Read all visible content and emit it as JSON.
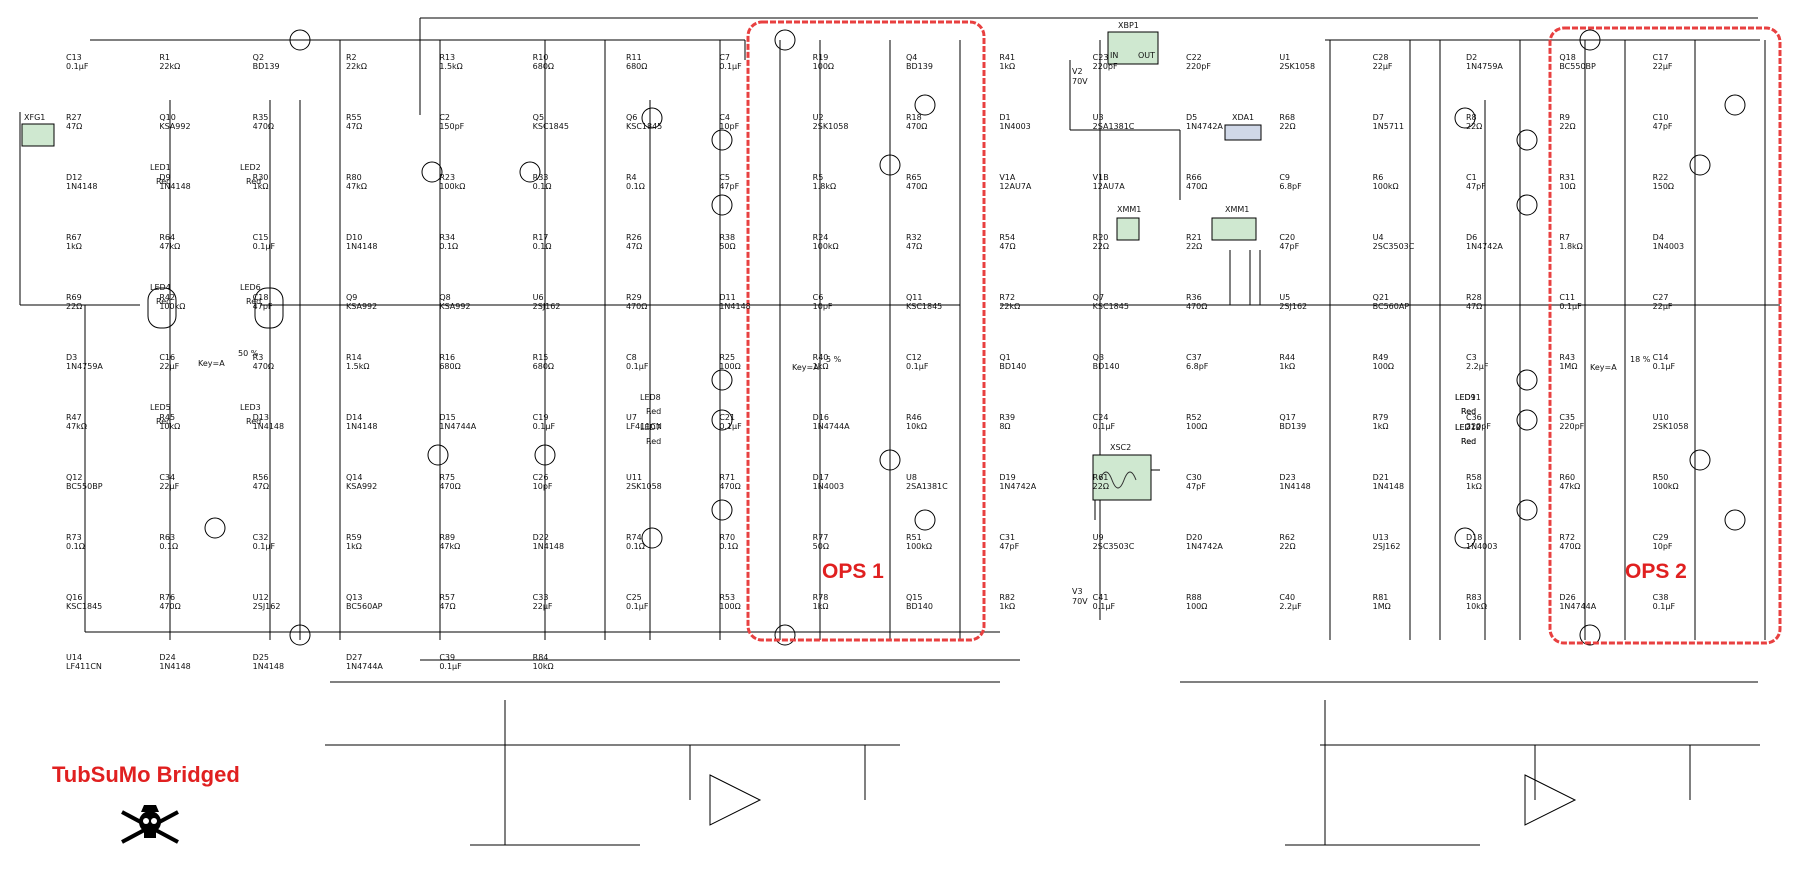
{
  "title": "TubSuMo Bridged",
  "ops_labels": [
    "OPS 1",
    "OPS 2"
  ],
  "colors": {
    "wire": "#000000",
    "highlight": "#e84040",
    "title": "#e02020"
  },
  "instruments": [
    "XFG1",
    "XBP1",
    "XDA1",
    "XMM1",
    "XMM1",
    "XSC2"
  ],
  "instrument_port_labels": {
    "xbp_in": "IN",
    "xbp_out": "OUT"
  },
  "supplies": [
    {
      "name": "V2",
      "value": "70V"
    },
    {
      "name": "V3",
      "value": "70V"
    }
  ],
  "components": [
    {
      "ref": "C13",
      "value": "0.1µF"
    },
    {
      "ref": "R1",
      "value": "22kΩ"
    },
    {
      "ref": "Q2",
      "value": "BD139"
    },
    {
      "ref": "R2",
      "value": "22kΩ"
    },
    {
      "ref": "R13",
      "value": "1.5kΩ"
    },
    {
      "ref": "R10",
      "value": "680Ω"
    },
    {
      "ref": "R11",
      "value": "680Ω"
    },
    {
      "ref": "C7",
      "value": "0.1µF"
    },
    {
      "ref": "R19",
      "value": "100Ω"
    },
    {
      "ref": "Q4",
      "value": "BD139"
    },
    {
      "ref": "R41",
      "value": "1kΩ"
    },
    {
      "ref": "C23",
      "value": "220pF"
    },
    {
      "ref": "C22",
      "value": "220pF"
    },
    {
      "ref": "U1",
      "value": "2SK1058"
    },
    {
      "ref": "C28",
      "value": "22µF"
    },
    {
      "ref": "D2",
      "value": "1N4759A"
    },
    {
      "ref": "Q18",
      "value": "BC550BP"
    },
    {
      "ref": "C17",
      "value": "22µF"
    },
    {
      "ref": "R27",
      "value": "47Ω"
    },
    {
      "ref": "Q10",
      "value": "KSA992"
    },
    {
      "ref": "R35",
      "value": "470Ω"
    },
    {
      "ref": "R55",
      "value": "47Ω"
    },
    {
      "ref": "C2",
      "value": "150pF"
    },
    {
      "ref": "Q5",
      "value": "KSC1845"
    },
    {
      "ref": "Q6",
      "value": "KSC1845"
    },
    {
      "ref": "C4",
      "value": "10pF"
    },
    {
      "ref": "U2",
      "value": "2SK1058"
    },
    {
      "ref": "R18",
      "value": "470Ω"
    },
    {
      "ref": "D1",
      "value": "1N4003"
    },
    {
      "ref": "U3",
      "value": "2SA1381C"
    },
    {
      "ref": "D5",
      "value": "1N4742A"
    },
    {
      "ref": "R68",
      "value": "22Ω"
    },
    {
      "ref": "D7",
      "value": "1N5711"
    },
    {
      "ref": "R8",
      "value": "22Ω"
    },
    {
      "ref": "R9",
      "value": "22Ω"
    },
    {
      "ref": "C10",
      "value": "47pF"
    },
    {
      "ref": "D12",
      "value": "1N4148"
    },
    {
      "ref": "D9",
      "value": "1N4148"
    },
    {
      "ref": "R30",
      "value": "1kΩ"
    },
    {
      "ref": "R80",
      "value": "47kΩ"
    },
    {
      "ref": "R23",
      "value": "100kΩ"
    },
    {
      "ref": "R33",
      "value": "0.1Ω"
    },
    {
      "ref": "R4",
      "value": "0.1Ω"
    },
    {
      "ref": "C5",
      "value": "47pF"
    },
    {
      "ref": "R5",
      "value": "1.8kΩ"
    },
    {
      "ref": "R65",
      "value": "470Ω"
    },
    {
      "ref": "V1A",
      "value": "12AU7A"
    },
    {
      "ref": "V1B",
      "value": "12AU7A"
    },
    {
      "ref": "R66",
      "value": "470Ω"
    },
    {
      "ref": "C9",
      "value": "6.8pF"
    },
    {
      "ref": "R6",
      "value": "100kΩ"
    },
    {
      "ref": "C1",
      "value": "47pF"
    },
    {
      "ref": "R31",
      "value": "10Ω"
    },
    {
      "ref": "R22",
      "value": "150Ω"
    },
    {
      "ref": "R67",
      "value": "1kΩ"
    },
    {
      "ref": "R64",
      "value": "47kΩ"
    },
    {
      "ref": "C15",
      "value": "0.1µF"
    },
    {
      "ref": "D10",
      "value": "1N4148"
    },
    {
      "ref": "R34",
      "value": "0.1Ω"
    },
    {
      "ref": "R17",
      "value": "0.1Ω"
    },
    {
      "ref": "R26",
      "value": "47Ω"
    },
    {
      "ref": "R38",
      "value": "50Ω"
    },
    {
      "ref": "R24",
      "value": "100kΩ"
    },
    {
      "ref": "R32",
      "value": "47Ω"
    },
    {
      "ref": "R54",
      "value": "47Ω"
    },
    {
      "ref": "R20",
      "value": "22Ω"
    },
    {
      "ref": "R21",
      "value": "22Ω"
    },
    {
      "ref": "C20",
      "value": "47pF"
    },
    {
      "ref": "U4",
      "value": "2SC3503C"
    },
    {
      "ref": "D6",
      "value": "1N4742A"
    },
    {
      "ref": "R7",
      "value": "1.8kΩ"
    },
    {
      "ref": "D4",
      "value": "1N4003"
    },
    {
      "ref": "R69",
      "value": "22Ω"
    },
    {
      "ref": "R42",
      "value": "100kΩ"
    },
    {
      "ref": "C18",
      "value": "47pF"
    },
    {
      "ref": "Q9",
      "value": "KSA992"
    },
    {
      "ref": "Q8",
      "value": "KSA992"
    },
    {
      "ref": "U6",
      "value": "2SJ162"
    },
    {
      "ref": "R29",
      "value": "470Ω"
    },
    {
      "ref": "D11",
      "value": "1N4148"
    },
    {
      "ref": "C6",
      "value": "10pF"
    },
    {
      "ref": "Q11",
      "value": "KSC1845"
    },
    {
      "ref": "R72",
      "value": "22kΩ"
    },
    {
      "ref": "Q7",
      "value": "KSC1845"
    },
    {
      "ref": "R36",
      "value": "470Ω"
    },
    {
      "ref": "U5",
      "value": "2SJ162"
    },
    {
      "ref": "Q21",
      "value": "BC560AP"
    },
    {
      "ref": "R28",
      "value": "47Ω"
    },
    {
      "ref": "C11",
      "value": "0.1µF"
    },
    {
      "ref": "C27",
      "value": "22µF"
    },
    {
      "ref": "D3",
      "value": "1N4759A"
    },
    {
      "ref": "C16",
      "value": "22µF"
    },
    {
      "ref": "R3",
      "value": "470Ω"
    },
    {
      "ref": "R14",
      "value": "1.5kΩ"
    },
    {
      "ref": "R16",
      "value": "680Ω"
    },
    {
      "ref": "R15",
      "value": "680Ω"
    },
    {
      "ref": "C8",
      "value": "0.1µF"
    },
    {
      "ref": "R25",
      "value": "100Ω"
    },
    {
      "ref": "R40",
      "value": "1kΩ"
    },
    {
      "ref": "C12",
      "value": "0.1µF"
    },
    {
      "ref": "Q1",
      "value": "BD140"
    },
    {
      "ref": "Q3",
      "value": "BD140"
    },
    {
      "ref": "C37",
      "value": "6.8pF"
    },
    {
      "ref": "R44",
      "value": "1kΩ"
    },
    {
      "ref": "R49",
      "value": "100Ω"
    },
    {
      "ref": "C3",
      "value": "2.2µF"
    },
    {
      "ref": "R43",
      "value": "1MΩ"
    },
    {
      "ref": "C14",
      "value": "0.1µF"
    },
    {
      "ref": "R47",
      "value": "47kΩ"
    },
    {
      "ref": "R45",
      "value": "10kΩ"
    },
    {
      "ref": "D13",
      "value": "1N4148"
    },
    {
      "ref": "D14",
      "value": "1N4148"
    },
    {
      "ref": "D15",
      "value": "1N4744A"
    },
    {
      "ref": "C19",
      "value": "0.1µF"
    },
    {
      "ref": "U7",
      "value": "LF411CN"
    },
    {
      "ref": "C21",
      "value": "0.1µF"
    },
    {
      "ref": "D16",
      "value": "1N4744A"
    },
    {
      "ref": "R46",
      "value": "10kΩ"
    },
    {
      "ref": "R39",
      "value": "8Ω"
    },
    {
      "ref": "C24",
      "value": "0.1µF"
    },
    {
      "ref": "R52",
      "value": "100Ω"
    },
    {
      "ref": "Q17",
      "value": "BD139"
    },
    {
      "ref": "R79",
      "value": "1kΩ"
    },
    {
      "ref": "C36",
      "value": "220pF"
    },
    {
      "ref": "C35",
      "value": "220pF"
    },
    {
      "ref": "U10",
      "value": "2SK1058"
    },
    {
      "ref": "Q12",
      "value": "BC550BP"
    },
    {
      "ref": "C34",
      "value": "22µF"
    },
    {
      "ref": "R56",
      "value": "47Ω"
    },
    {
      "ref": "Q14",
      "value": "KSA992"
    },
    {
      "ref": "R75",
      "value": "470Ω"
    },
    {
      "ref": "C26",
      "value": "10pF"
    },
    {
      "ref": "U11",
      "value": "2SK1058"
    },
    {
      "ref": "R71",
      "value": "470Ω"
    },
    {
      "ref": "D17",
      "value": "1N4003"
    },
    {
      "ref": "U8",
      "value": "2SA1381C"
    },
    {
      "ref": "D19",
      "value": "1N4742A"
    },
    {
      "ref": "R61",
      "value": "22Ω"
    },
    {
      "ref": "C30",
      "value": "47pF"
    },
    {
      "ref": "D23",
      "value": "1N4148"
    },
    {
      "ref": "D21",
      "value": "1N4148"
    },
    {
      "ref": "R58",
      "value": "1kΩ"
    },
    {
      "ref": "R60",
      "value": "47kΩ"
    },
    {
      "ref": "R50",
      "value": "100kΩ"
    },
    {
      "ref": "R73",
      "value": "0.1Ω"
    },
    {
      "ref": "R63",
      "value": "0.1Ω"
    },
    {
      "ref": "C32",
      "value": "0.1µF"
    },
    {
      "ref": "R59",
      "value": "1kΩ"
    },
    {
      "ref": "R89",
      "value": "47kΩ"
    },
    {
      "ref": "D22",
      "value": "1N4148"
    },
    {
      "ref": "R74",
      "value": "0.1Ω"
    },
    {
      "ref": "R70",
      "value": "0.1Ω"
    },
    {
      "ref": "R77",
      "value": "50Ω"
    },
    {
      "ref": "R51",
      "value": "100kΩ"
    },
    {
      "ref": "C31",
      "value": "47pF"
    },
    {
      "ref": "U9",
      "value": "2SC3503C"
    },
    {
      "ref": "D20",
      "value": "1N4742A"
    },
    {
      "ref": "R62",
      "value": "22Ω"
    },
    {
      "ref": "U13",
      "value": "2SJ162"
    },
    {
      "ref": "D18",
      "value": "1N4003"
    },
    {
      "ref": "R72",
      "value": "470Ω"
    },
    {
      "ref": "C29",
      "value": "10pF"
    },
    {
      "ref": "Q16",
      "value": "KSC1845"
    },
    {
      "ref": "R76",
      "value": "470Ω"
    },
    {
      "ref": "U12",
      "value": "2SJ162"
    },
    {
      "ref": "Q13",
      "value": "BC560AP"
    },
    {
      "ref": "R57",
      "value": "47Ω"
    },
    {
      "ref": "C33",
      "value": "22µF"
    },
    {
      "ref": "C25",
      "value": "0.1µF"
    },
    {
      "ref": "R53",
      "value": "100Ω"
    },
    {
      "ref": "R78",
      "value": "1kΩ"
    },
    {
      "ref": "Q15",
      "value": "BD140"
    },
    {
      "ref": "R82",
      "value": "1kΩ"
    },
    {
      "ref": "C41",
      "value": "0.1µF"
    },
    {
      "ref": "R88",
      "value": "100Ω"
    },
    {
      "ref": "C40",
      "value": "2.2µF"
    },
    {
      "ref": "R81",
      "value": "1MΩ"
    },
    {
      "ref": "R83",
      "value": "10kΩ"
    },
    {
      "ref": "D26",
      "value": "1N4744A"
    },
    {
      "ref": "C38",
      "value": "0.1µF"
    },
    {
      "ref": "U14",
      "value": "LF411CN"
    },
    {
      "ref": "D24",
      "value": "1N4148"
    },
    {
      "ref": "D25",
      "value": "1N4148"
    },
    {
      "ref": "D27",
      "value": "1N4744A"
    },
    {
      "ref": "C39",
      "value": "0.1µF"
    },
    {
      "ref": "R84",
      "value": "10kΩ"
    }
  ],
  "leds": [
    "LED1",
    "LED2",
    "LED4",
    "LED6",
    "LED5",
    "LED3",
    "LED8",
    "LED7",
    "LED9",
    "LED10",
    "LED11",
    "LED12"
  ],
  "led_color_label": "Red",
  "pot_annotations": [
    "Key=A",
    "50 %",
    "5 %",
    "18 %"
  ]
}
